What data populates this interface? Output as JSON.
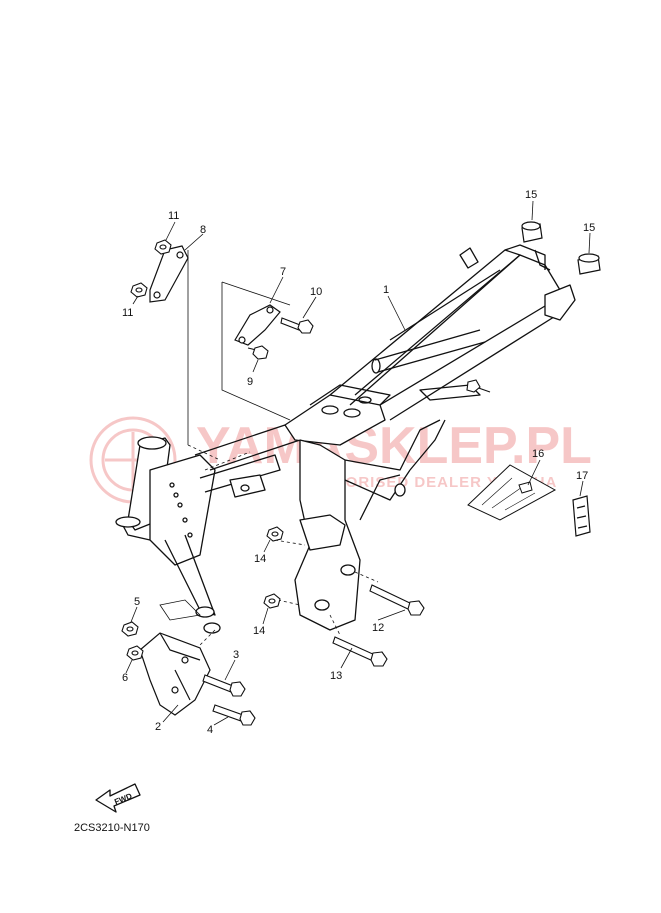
{
  "diagram": {
    "code": "2CS3210-N170",
    "fwd_label": "FWD",
    "watermark": {
      "brand": "YAMASKLEP.PL",
      "tagline": "AUTHORISED DEALER YAMAHA",
      "color": "#e23b3b"
    },
    "callouts": {
      "c1": "1",
      "c2": "2",
      "c3": "3",
      "c4": "4",
      "c5": "5",
      "c6": "6",
      "c7": "7",
      "c8": "8",
      "c9": "9",
      "c10": "10",
      "c11a": "11",
      "c11b": "11",
      "c12": "12",
      "c13": "13",
      "c14a": "14",
      "c14b": "14",
      "c15a": "15",
      "c15b": "15",
      "c16": "16",
      "c17": "17"
    }
  }
}
